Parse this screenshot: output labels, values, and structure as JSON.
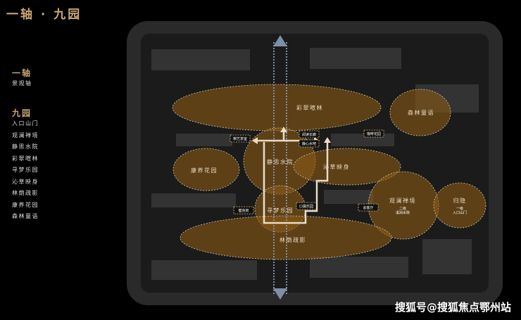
{
  "title": "一轴 · 九园",
  "axis": {
    "heading": "一轴",
    "items": [
      "景观轴"
    ]
  },
  "gardens": {
    "heading": "九园",
    "items": [
      "入口山门",
      "观澜禅境",
      "静思水院",
      "彩翠暄林",
      "寻梦乐园",
      "沁草映身",
      "林荫疏影",
      "康养花园",
      "森林童语"
    ]
  },
  "map": {
    "zones": [
      "彩翠暄林",
      "森林童语",
      "康养花园",
      "静思水院",
      "沁草映身",
      "寻梦乐园",
      "观澜禅境",
      "归隐",
      "林荫疏影"
    ],
    "zone_sub": {
      "guanlan": [
        "二级",
        "溪涧水院"
      ],
      "guiyin": [
        "一级",
        "入口山门"
      ]
    },
    "facilities": [
      "棋艺茶室",
      "阅读长廊",
      "静心水吧",
      "咖啡花园",
      "健身房",
      "口袋乐园",
      "会客厅"
    ]
  },
  "watermark": "搜狐号@搜狐焦点鄂州站",
  "colors": {
    "accent": "#c9a677",
    "zone_fill": "#8a5a14"
  }
}
